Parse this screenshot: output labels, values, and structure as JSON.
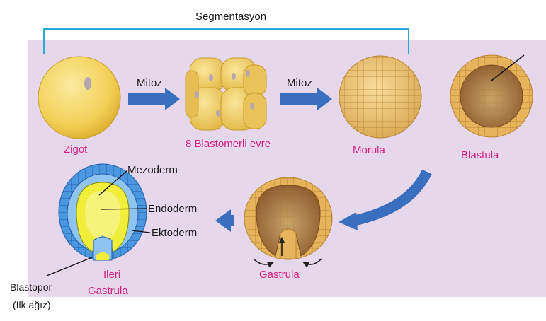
{
  "title": "Segmentasyon",
  "arrows": {
    "mitoz_1": "Mitoz",
    "mitoz_2": "Mitoz"
  },
  "stages": {
    "zigot": "Zigot",
    "blastomer": "8 Blastomerli evre",
    "morula": "Morula",
    "blastula": "Blastula",
    "gastrula": "Gastrula",
    "ileri_gastrula_line1": "İleri",
    "ileri_gastrula_line2": "Gastrula"
  },
  "layers": {
    "mezoderm": "Mezoderm",
    "endoderm": "Endoderm",
    "ektoderm": "Ektoderm"
  },
  "blastopor": {
    "line1": "Blastopor",
    "line2": "(İlk ağız)"
  },
  "colors": {
    "panel": "#e7d7eb",
    "bracket": "#29a8d8",
    "arrow": "#3a6fc0",
    "stage_label": "#d4237f",
    "cell_yellow": "#f4d76a",
    "ectoderm_blue": "#4a97e0",
    "endoderm_yellow": "#f0ee3a"
  }
}
